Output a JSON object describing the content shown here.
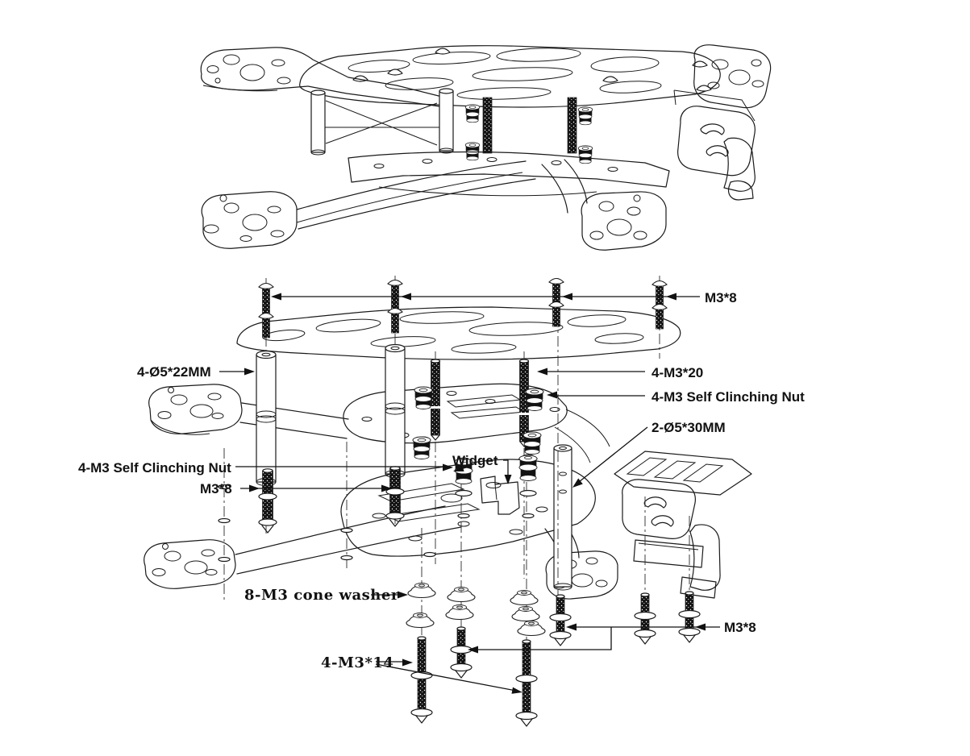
{
  "diagram": {
    "type": "exploded-assembly-drawing",
    "subject": "FPV racing drone frame kit installation diagram",
    "views": {
      "top": "assembled frame, isometric view",
      "bottom": "exploded view showing fastener placement"
    },
    "labels": {
      "top_screws": "M3*8",
      "standoffs_22mm": "4-Ø5*22MM",
      "screws_m3x20": "4-M3*20",
      "self_clinching_nut_right": "4-M3 Self Clinching Nut",
      "standoffs_30mm": "2-Ø5*30MM",
      "self_clinching_nut_left": "4-M3 Self Clinching Nut",
      "mid_screws": "M3*8",
      "widget": "Widget",
      "cone_washers": "8-M3 cone washer",
      "bottom_right_screws": "M3*8",
      "bottom_long_screws": "4-M3*14"
    },
    "colors": {
      "line": "#1a1a1a",
      "background": "#ffffff",
      "hardware_fill": "#131313"
    }
  }
}
